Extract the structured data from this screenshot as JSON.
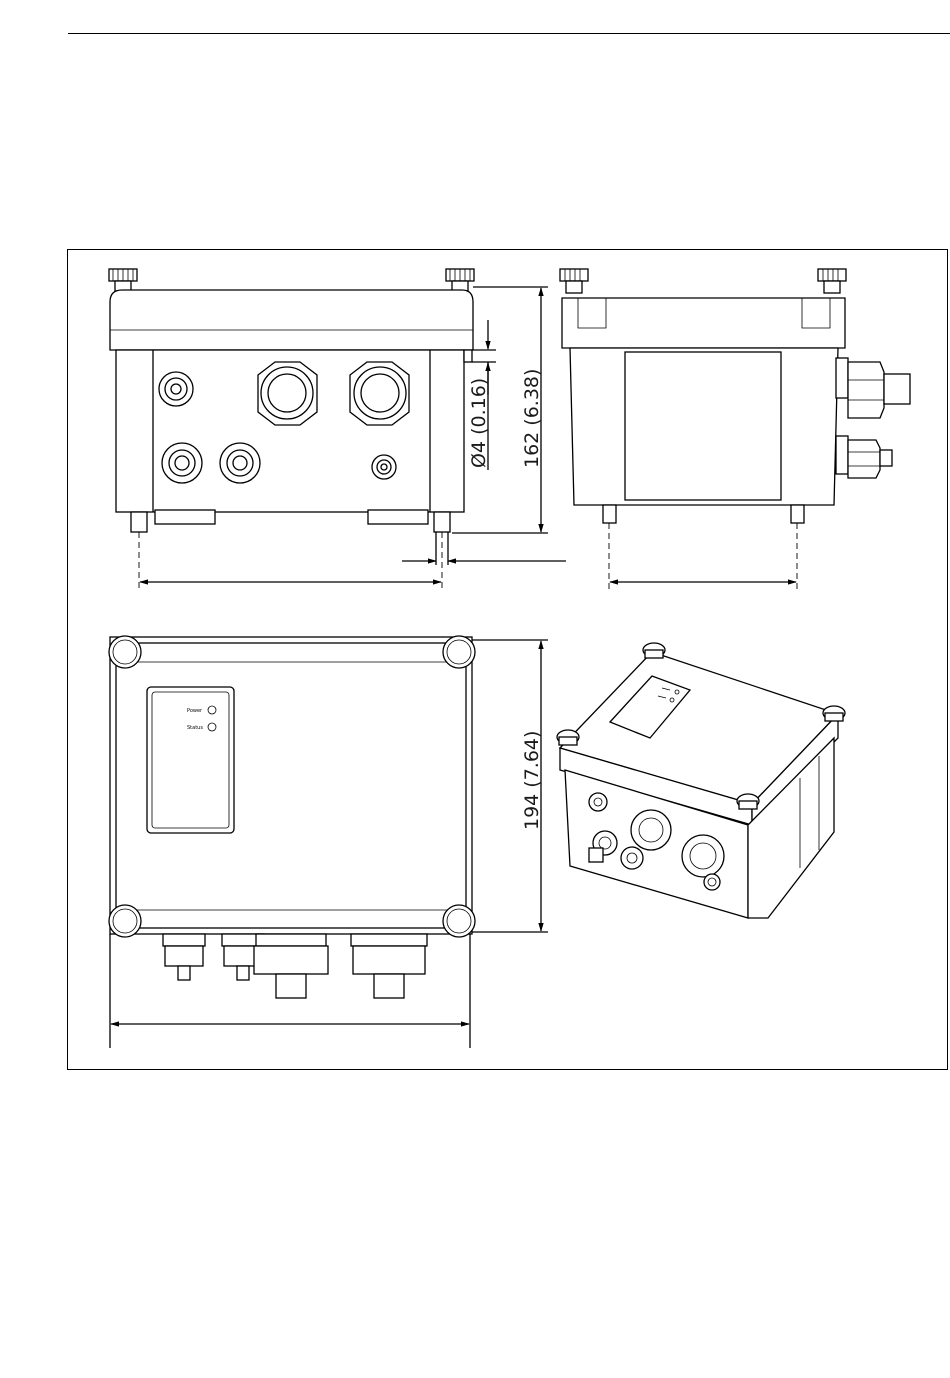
{
  "diagram": {
    "dimensions": {
      "height": "162 (6.38)",
      "hole_diameter": "Ø4 (0.16)",
      "depth": "194 (7.64)"
    },
    "panel_labels": {
      "power": "Power",
      "status": "Status"
    }
  }
}
